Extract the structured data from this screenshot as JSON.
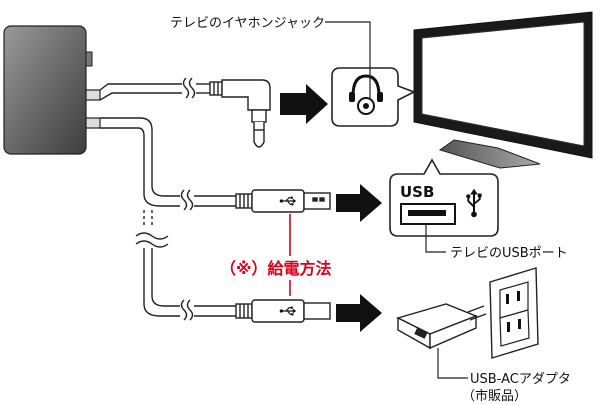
{
  "labels": {
    "tv_earphone_jack": "テレビのイヤホンジャック",
    "power_method": "（※）給電方法",
    "tv_usb_port": "テレビのUSBポート",
    "usb_ac_adapter_line1": "USB-ACアダプタ",
    "usb_ac_adapter_line2": "（市販品）",
    "usb_port_badge": "USB"
  },
  "icons": {
    "headphone": "headphone-icon",
    "usb_trident": "usb-icon",
    "arrow": "arrow-right-icon"
  },
  "colors": {
    "accent_red": "#e0001a",
    "device_dark": "#555555",
    "line": "#222222"
  }
}
